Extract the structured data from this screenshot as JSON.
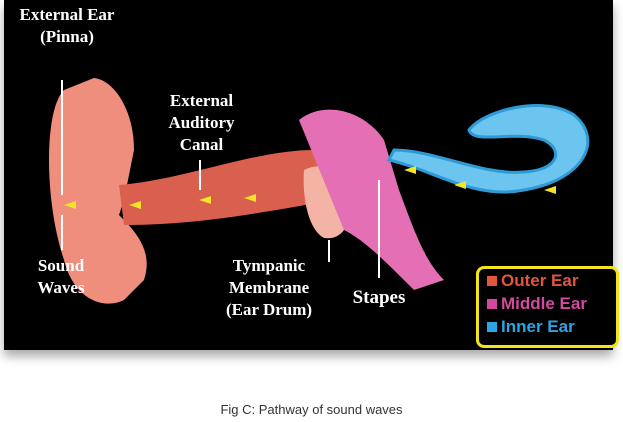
{
  "labels": {
    "pinna": "External Ear\n(Pinna)",
    "canal": "External\nAuditory\nCanal",
    "sound": "Sound\nWaves",
    "tympanic": "Tympanic\nMembrane\n(Ear Drum)",
    "stapes": "Stapes"
  },
  "legend": [
    {
      "label": "Outer Ear",
      "color": "#e2553f"
    },
    {
      "label": "Middle Ear",
      "color": "#d5489f"
    },
    {
      "label": "Inner Ear",
      "color": "#2ea3e6"
    }
  ],
  "caption": "Fig C: Pathway of sound waves"
}
